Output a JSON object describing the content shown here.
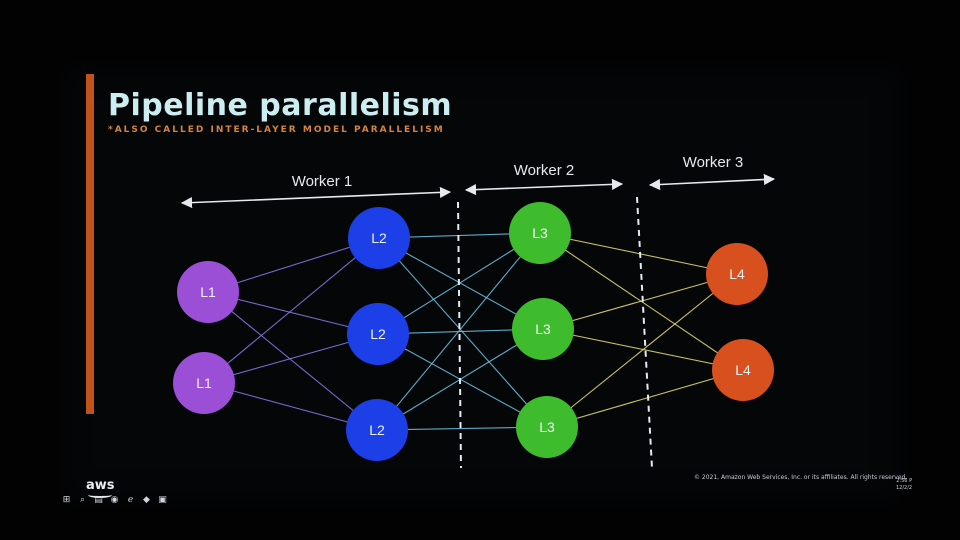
{
  "title": "Pipeline parallelism",
  "subtitle": "*ALSO CALLED INTER-LAYER MODEL PARALLELISM",
  "workers": [
    {
      "label": "Worker 1"
    },
    {
      "label": "Worker 2"
    },
    {
      "label": "Worker 3"
    }
  ],
  "layers": [
    {
      "name": "L1",
      "color": "#9a4fd6",
      "count": 2
    },
    {
      "name": "L2",
      "color": "#1c3fe8",
      "count": 3
    },
    {
      "name": "L3",
      "color": "#3fbb2e",
      "count": 3
    },
    {
      "name": "L4",
      "color": "#d9501f",
      "count": 2
    }
  ],
  "edge_colors": {
    "L1-L2": "#8a7cf0",
    "L2-L3": "#6fc6e8",
    "L3-L4": "#e8e07a"
  },
  "copyright": "© 2021, Amazon Web Services, Inc. or its affiliates. All rights reserved.",
  "brand": "aws",
  "taskbar": {
    "start": "⊞",
    "search": "⌕",
    "icons": [
      "▤",
      "◉",
      "ℯ",
      "◆",
      "▣"
    ]
  },
  "clock": {
    "time": "2:56 P",
    "date": "12/2/2"
  }
}
